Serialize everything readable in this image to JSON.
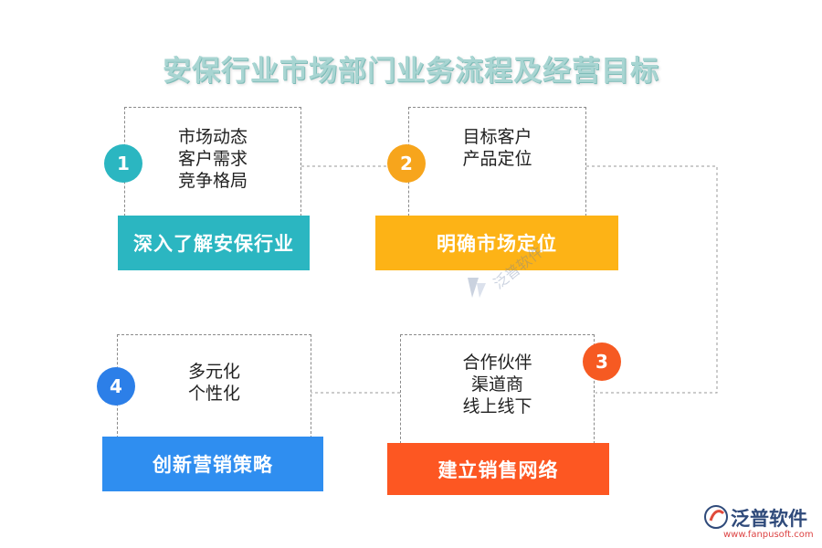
{
  "title": "安保行业市场部门业务流程及经营目标",
  "steps": [
    {
      "number": "1",
      "label": "深入了解安保行业",
      "items": [
        "市场动态",
        "客户需求",
        "竞争格局"
      ],
      "color": "#2bb6c1",
      "badge_color": "#2bb6c1"
    },
    {
      "number": "2",
      "label": "明确市场定位",
      "items": [
        "目标客户",
        "产品定位"
      ],
      "color": "#fdb316",
      "badge_color": "#f7a51c"
    },
    {
      "number": "3",
      "label": "建立销售网络",
      "items": [
        "合作伙伴",
        "渠道商",
        "线上线下"
      ],
      "color": "#fd5722",
      "badge_color": "#f65a22"
    },
    {
      "number": "4",
      "label": "创新营销策略",
      "items": [
        "多元化",
        "个性化"
      ],
      "color": "#2f8ef0",
      "badge_color": "#2c7fe8"
    }
  ],
  "watermark": {
    "text": "泛普软件",
    "icon": "fanpu-logo-icon"
  },
  "logo": {
    "name": "泛普软件",
    "url": "www.fanpusoft.com",
    "icon": "fanpu-logo-icon"
  }
}
